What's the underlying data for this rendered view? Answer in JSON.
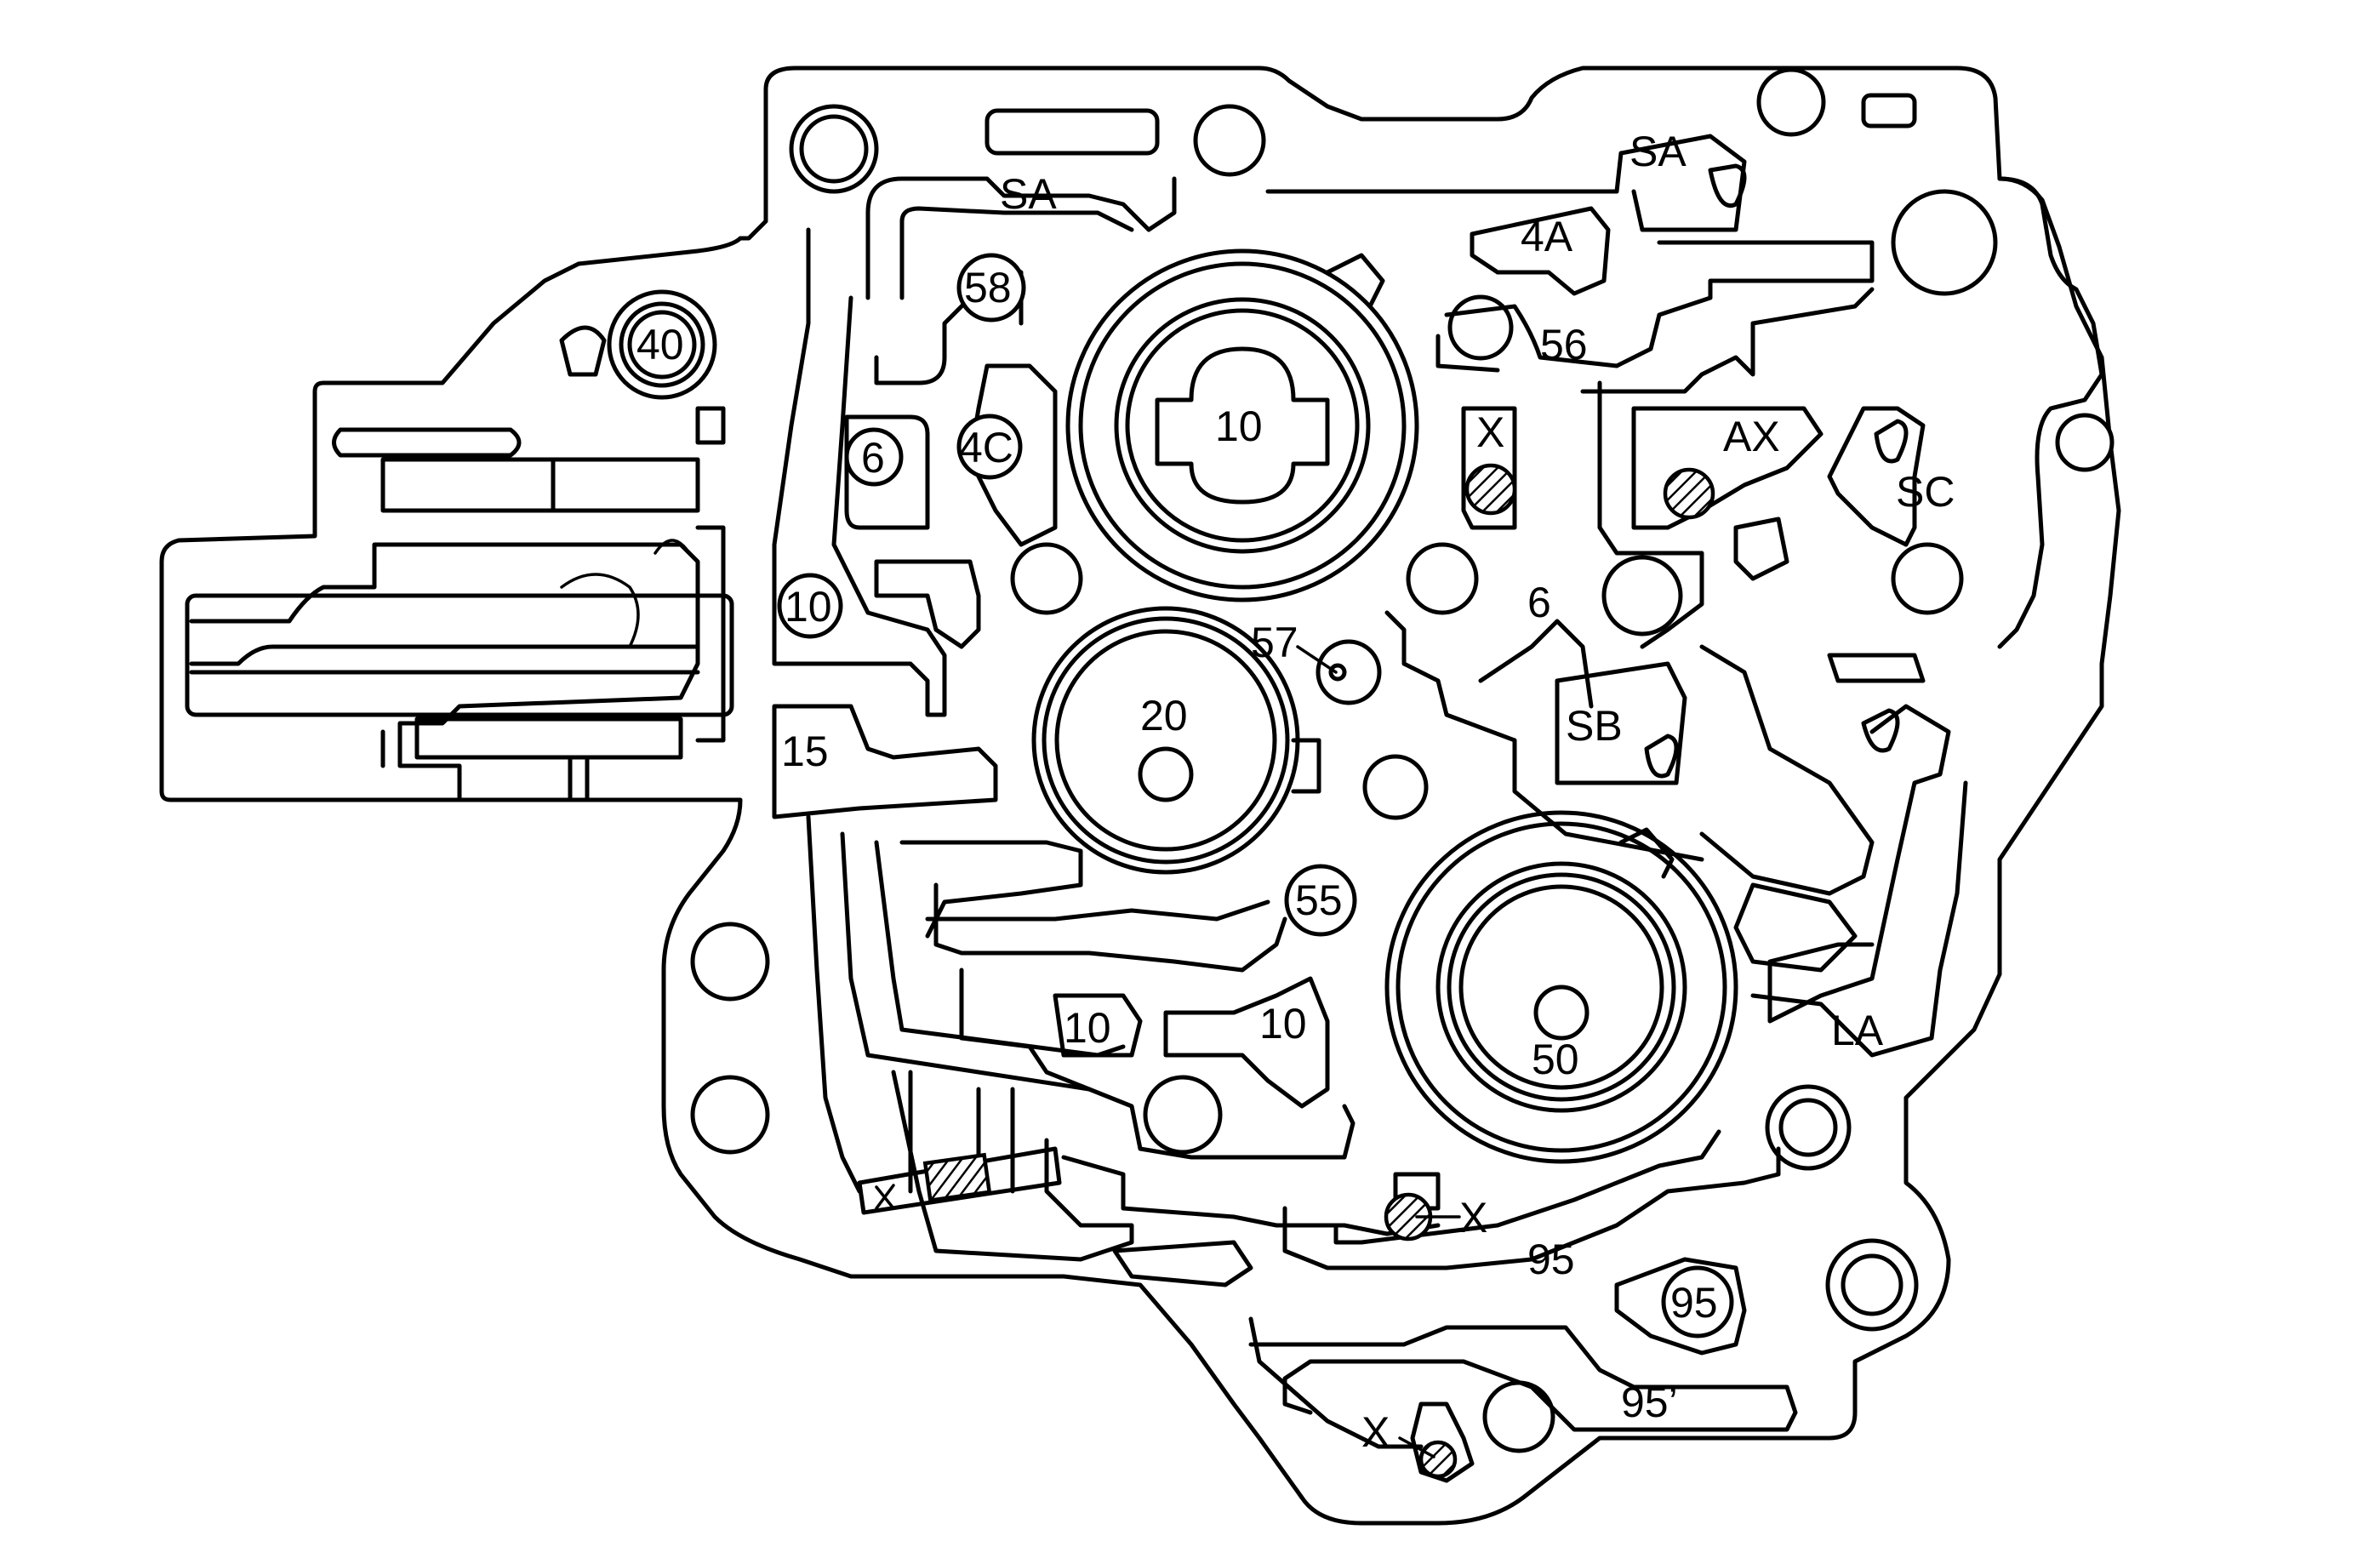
{
  "labels": {
    "sa_top": "SA",
    "sa_right": "SA",
    "l4a": "4A",
    "l58": "58",
    "l40": "40",
    "l56": "56",
    "l10_big": "10",
    "x_upper": "X",
    "ax": "AX",
    "sc": "SC",
    "l6_left": "6",
    "l4c": "4C",
    "l10_left": "10",
    "l6_mid": "6",
    "l57": "57",
    "l20": "20",
    "sb": "SB",
    "l15": "15",
    "l55": "55",
    "l10_lower_a": "10",
    "l10_lower_b": "10",
    "l50": "50",
    "la": "LA",
    "x_lower": "X",
    "l95": "95",
    "l95_circle": "95",
    "l95_prime": "95’",
    "x_bottom": "X"
  },
  "colors": {
    "line": "#000000",
    "background": "#ffffff"
  }
}
